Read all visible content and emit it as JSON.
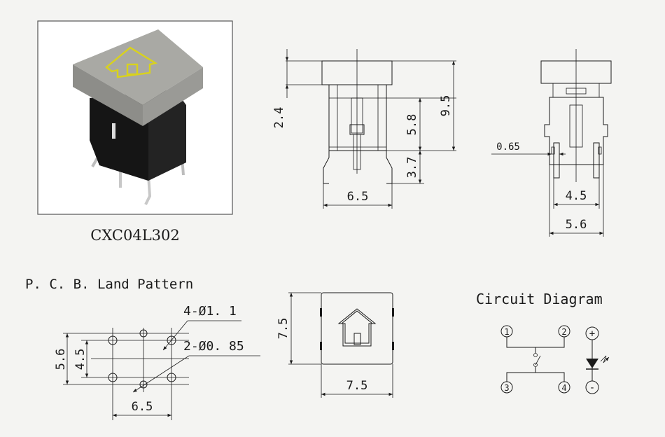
{
  "product": {
    "part_number": "CXC04L302"
  },
  "front_view": {
    "dim_cap_height": "2.4",
    "dim_body_height": "5.8",
    "dim_total_height": "9.5",
    "dim_pin_length": "3.7",
    "dim_pin_spacing": "6.5"
  },
  "side_view": {
    "dim_pin_thickness": "0.65",
    "dim_inner_width": "4.5",
    "dim_outer_width": "5.6"
  },
  "pcb": {
    "title": "P. C. B. Land Pattern",
    "hole_large": "4-Ø1. 1",
    "hole_small": "2-Ø0. 85",
    "dim_height_outer": "5.6",
    "dim_height_inner": "4.5",
    "dim_width": "6.5"
  },
  "top_view": {
    "dim_height": "7.5",
    "dim_width": "7.5"
  },
  "circuit": {
    "title": "Circuit Diagram",
    "pin1": "1",
    "pin2": "2",
    "pin3": "3",
    "pin4": "4",
    "led_plus": "+",
    "led_minus": "-"
  },
  "colors": {
    "cap_gray": "#a9a9a4",
    "body_black": "#1f1f1f",
    "icon_yellow": "#d9d21c",
    "line": "#1a1a1a"
  }
}
